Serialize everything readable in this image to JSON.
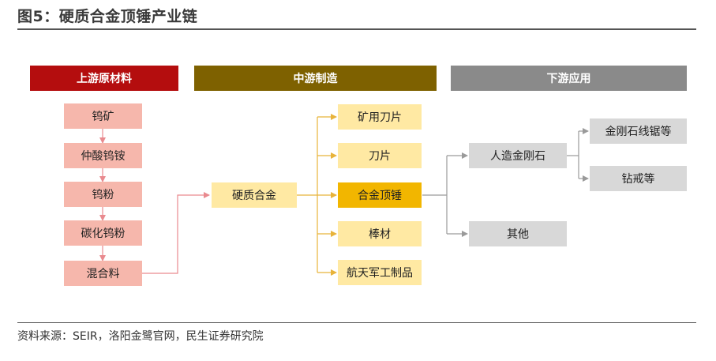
{
  "title": "图5：硬质合金顶锤产业链",
  "headers": {
    "upstream": "上游原材料",
    "midstream": "中游制造",
    "downstream": "下游应用"
  },
  "upstream": [
    "钨矿",
    "仲酸钨铵",
    "钨粉",
    "碳化钨粉",
    "混合料"
  ],
  "cemented_carbide": "硬质合金",
  "midstream_products": [
    "矿用刀片",
    "刀片",
    "合金顶锤",
    "棒材",
    "航天军工制品"
  ],
  "downstream": {
    "synthetic_diamond": "人造金刚石",
    "other": "其他",
    "diamond_uses": [
      "金刚石线锯等",
      "钻戒等"
    ]
  },
  "source": "资料来源：SEIR，洛阳金鹭官网，民生证券研究院",
  "colors": {
    "upstream_header": "#b40d0e",
    "midstream_header": "#7e6100",
    "downstream_header": "#8a8a8a",
    "upstream_box": "#f6b7ac",
    "midstream_box": "#ffe9a3",
    "highlight_box": "#f2b600",
    "downstream_box": "#d8d8d8",
    "upstream_link": "#e98a8f",
    "midstream_link": "#e8b33a",
    "downstream_link": "#9a9a9a"
  }
}
